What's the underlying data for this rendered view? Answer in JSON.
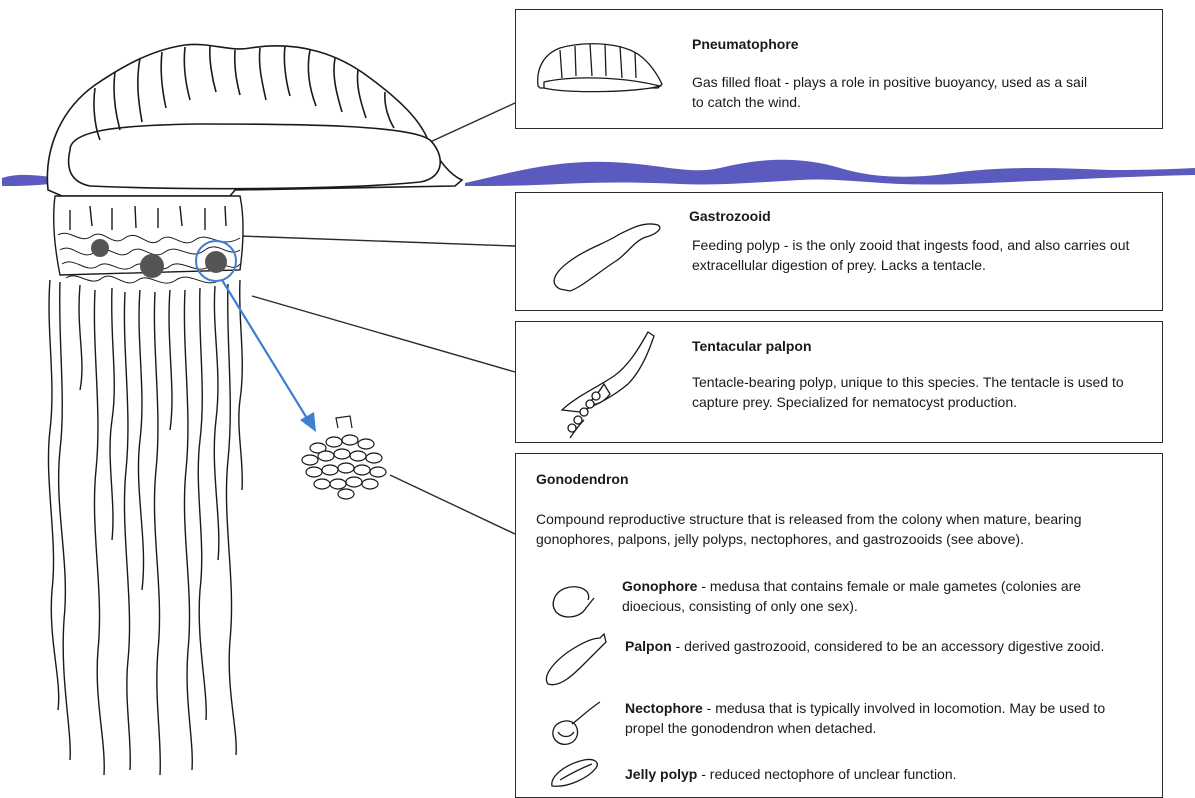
{
  "pneumatophore": {
    "title": "Pneumatophore",
    "description": "Gas filled float - plays a role in positive buoyancy, used as a sail to catch the wind."
  },
  "gastrozooid": {
    "title": "Gastrozooid",
    "description": "Feeding polyp - is the only zooid that ingests food, and also carries out extracellular digestion of prey. Lacks a tentacle."
  },
  "tentacular_palpon": {
    "title": "Tentacular palpon",
    "description": "Tentacle-bearing polyp, unique to this species. The tentacle is used to capture prey. Specialized for nematocyst production."
  },
  "gonodendron": {
    "title": "Gonodendron",
    "description": "Compound reproductive structure that is released from the colony when mature, bearing gonophores, palpons, jelly polyps, nectophores, and gastrozooids (see above).",
    "items": [
      {
        "name": "Gonophore",
        "text": " - medusa that contains female or male gametes (colonies are dioecious, consisting of only one sex)."
      },
      {
        "name": "Palpon",
        "text": " - derived gastrozooid, considered to be an accessory digestive zooid."
      },
      {
        "name": "Nectophore",
        "text": " - medusa that is typically involved in locomotion. May be used to propel the gonodendron when detached."
      },
      {
        "name": "Jelly polyp",
        "text": " - reduced nectophore of unclear function."
      }
    ]
  },
  "colors": {
    "water": "#5b5bbf",
    "arrow": "#3f7fd0",
    "line": "#2b2b2b"
  }
}
